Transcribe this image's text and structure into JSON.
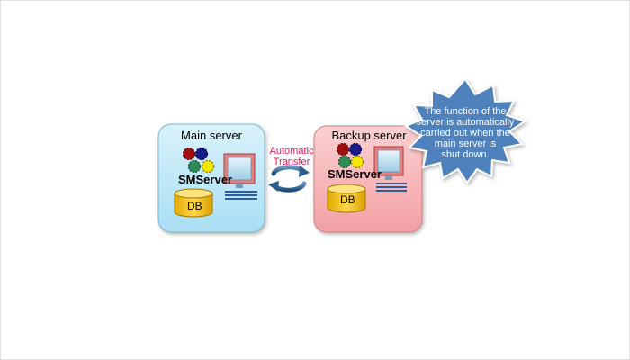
{
  "main_panel": {
    "title": "Main server",
    "software_label": "SMServer",
    "db_label": "DB"
  },
  "backup_panel": {
    "title": "Backup server",
    "software_label": "SMServer",
    "db_label": "DB"
  },
  "transfer": {
    "line1": "Automatic",
    "line2": "Transfer"
  },
  "callout": {
    "line1": "The function of the",
    "line2": "server is automatically",
    "line3": "carried out when the",
    "line4": "main server is",
    "line5": "shut down."
  },
  "colors": {
    "main_panel_fill": "#bfe8f8",
    "backup_panel_fill": "#f6b6b8",
    "transfer_text": "#e8175d",
    "arrow": "#2e5c8a",
    "callout_fill": "#4f81bd",
    "db_fill": "#f5c400"
  }
}
